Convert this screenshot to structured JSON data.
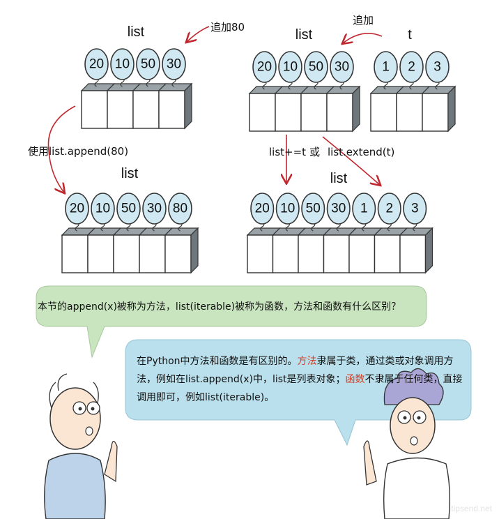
{
  "diagram": {
    "top_left": {
      "title": "list",
      "values": [
        "20",
        "10",
        "50",
        "30"
      ],
      "note": "追加80"
    },
    "top_right": {
      "list_title": "list",
      "list_values": [
        "20",
        "10",
        "50",
        "30"
      ],
      "t_title": "t",
      "t_values": [
        "1",
        "2",
        "3"
      ],
      "note": "追加"
    },
    "append_label": "使用list.append(80)",
    "bottom_left": {
      "title": "list",
      "values": [
        "20",
        "10",
        "50",
        "30",
        "80"
      ]
    },
    "extend_labels": {
      "plus": "list+=t",
      "or": "或",
      "extend": "list.extend(t)"
    },
    "bottom_right": {
      "title": "list",
      "values": [
        "20",
        "10",
        "50",
        "30",
        "1",
        "2",
        "3"
      ]
    }
  },
  "question": {
    "text": "本节的append(x)被称为方法，list(iterable)被称为函数，方法和函数有什么区别？"
  },
  "answer": {
    "part1": "在Python中方法和函数是有区别的。",
    "method_word": "方法",
    "part2": "隶属于类，通过类或对象调用方法，例如在list.append(x)中，list是列表对象；",
    "function_word": "函数",
    "part3": "不隶属于任何类，直接调用即可，例如list(iterable)。"
  },
  "watermark": "tipsend.net",
  "colors": {
    "balloon": "#cfe8f1",
    "arrow": "#c0282f",
    "question_bubble": "#c9e5bf",
    "answer_bubble": "#b9e0ec",
    "highlight": "#d64027"
  }
}
